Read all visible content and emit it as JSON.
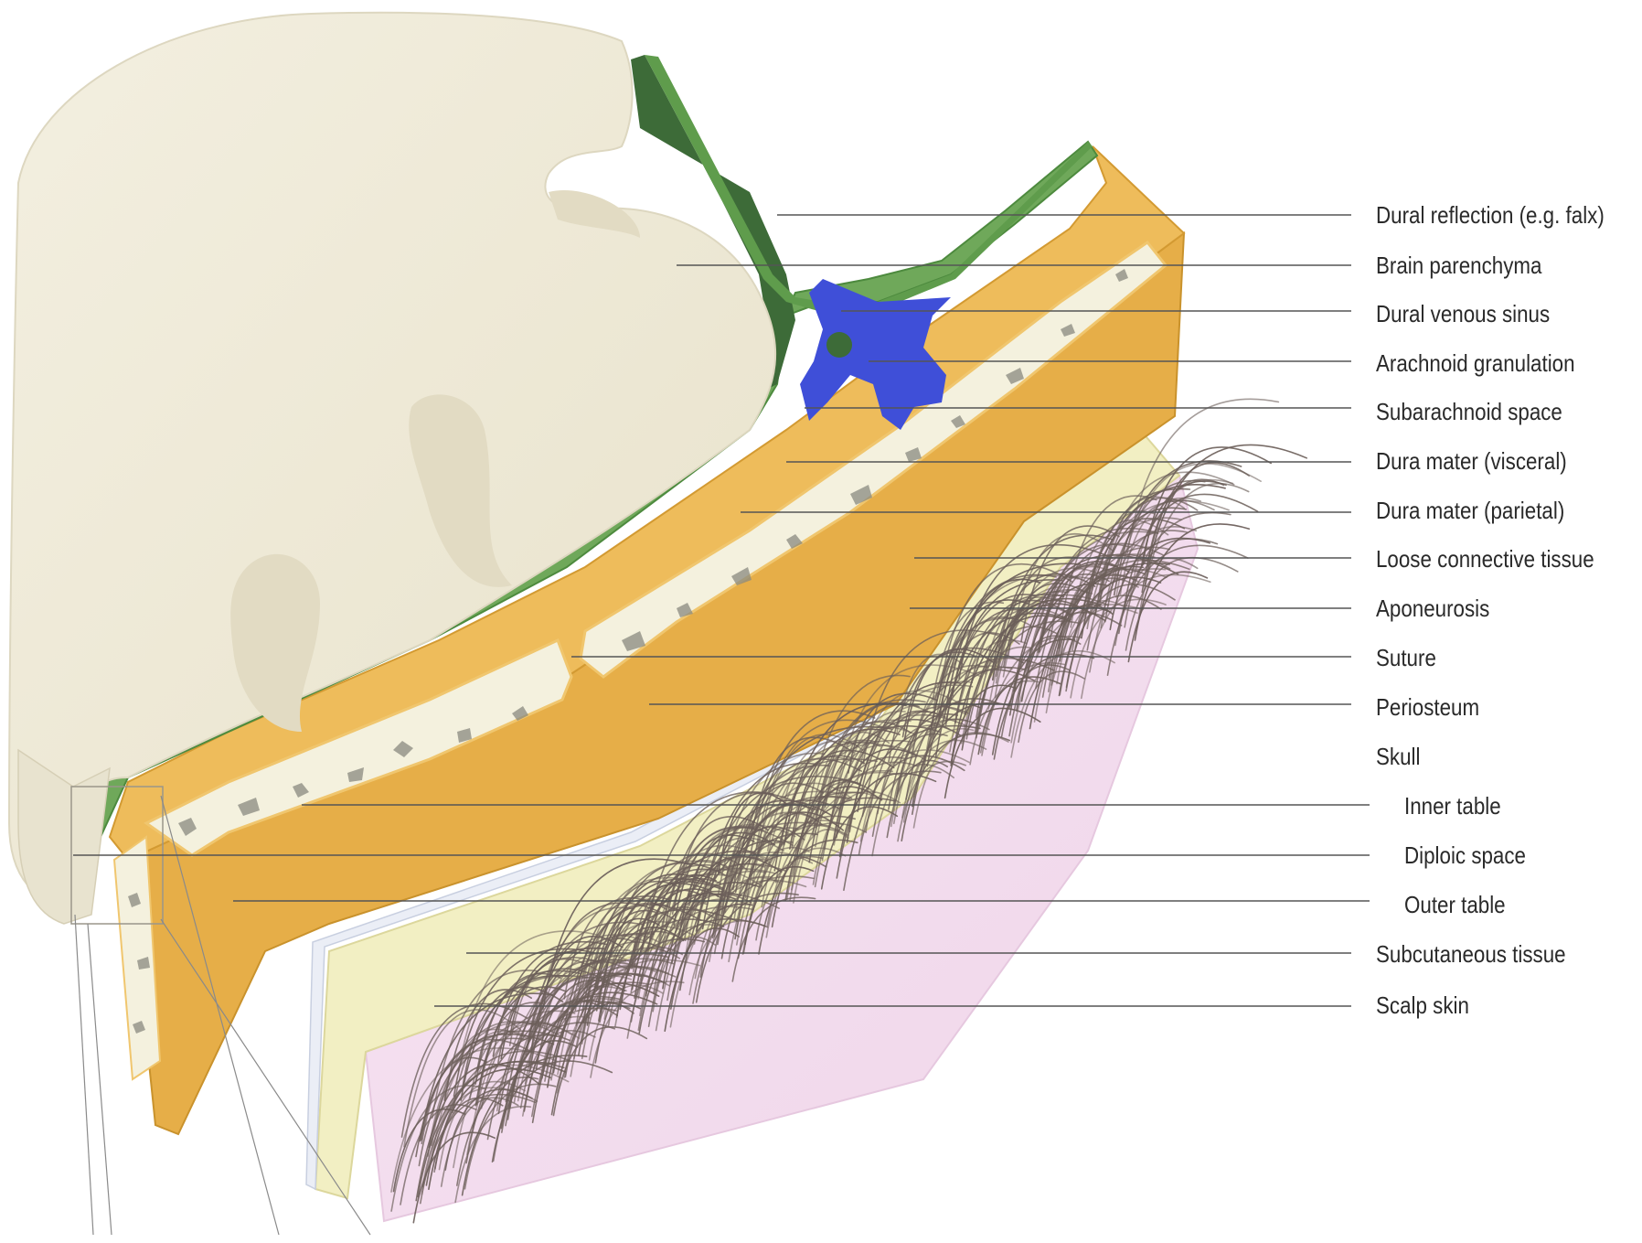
{
  "labels": [
    {
      "id": "dural-reflection",
      "text": "Dural reflection (e.g. falx)"
    },
    {
      "id": "brain-parenchyma",
      "text": "Brain parenchyma"
    },
    {
      "id": "dural-venous-sinus",
      "text": "Dural venous sinus"
    },
    {
      "id": "arachnoid-granulation",
      "text": "Arachnoid granulation"
    },
    {
      "id": "subarachnoid-space",
      "text": "Subarachnoid space"
    },
    {
      "id": "dura-mater-visceral",
      "text": "Dura mater (visceral)"
    },
    {
      "id": "dura-mater-parietal",
      "text": "Dura mater (parietal)"
    },
    {
      "id": "loose-connective-tissue",
      "text": "Loose connective tissue"
    },
    {
      "id": "aponeurosis",
      "text": "Aponeurosis"
    },
    {
      "id": "suture",
      "text": "Suture"
    },
    {
      "id": "periosteum",
      "text": "Periosteum"
    },
    {
      "id": "skull",
      "text": "Skull"
    },
    {
      "id": "inner-table",
      "text": "Inner table"
    },
    {
      "id": "diploic-space",
      "text": "Diploic space"
    },
    {
      "id": "outer-table",
      "text": "Outer table"
    },
    {
      "id": "subcutaneous-tissue",
      "text": "Subcutaneous tissue"
    },
    {
      "id": "scalp-skin",
      "text": "Scalp skin"
    }
  ],
  "colors": {
    "brain": "#f1eddc",
    "brain_shadow": "#ddd7c0",
    "dura_green": "#6fa85a",
    "dura_dark": "#3d6b38",
    "sinus_blue": "#3f4fd8",
    "bone_orange": "#e9b24d",
    "bone_dark": "#d39a32",
    "diploe": "#f4f1dd",
    "subcutaneous": "#f3efc0",
    "skin_pink": "#f5dff0",
    "hair": "#6c5f5a",
    "leader": "#555555"
  }
}
